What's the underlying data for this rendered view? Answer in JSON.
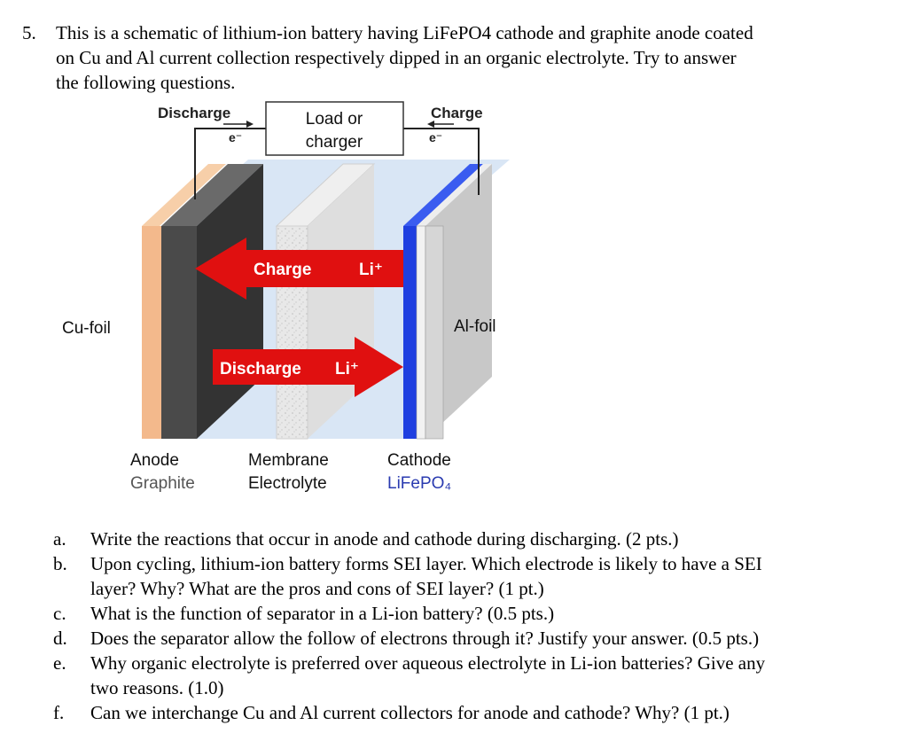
{
  "question": {
    "number": "5.",
    "lines": [
      "This is a schematic of lithium-ion battery having LiFePO4 cathode and graphite anode coated",
      "on Cu and Al current collection respectively dipped in an organic electrolyte. Try to answer",
      "the following questions."
    ]
  },
  "figure": {
    "discharge_top": "Discharge",
    "charge_top": "Charge",
    "electron_left": "e⁻",
    "electron_right": "e⁻",
    "load_line1": "Load or",
    "load_line2": "charger",
    "charge_arrow_label": "Charge",
    "charge_arrow_ion": "Li⁺",
    "discharge_arrow_label": "Discharge",
    "discharge_arrow_ion": "Li⁺",
    "cu_foil": "Cu-foil",
    "al_foil": "Al-foil",
    "anode": "Anode",
    "anode_material": "Graphite",
    "membrane": "Membrane",
    "electrolyte": "Electrolyte",
    "cathode": "Cathode",
    "cathode_material": "LiFePO₄",
    "colors": {
      "cu_foil": "#f3b98c",
      "graphite": "#4a4a4a",
      "al_foil": "#d6d6d6",
      "cathode": "#1f3fe0",
      "arrow": "#e01010",
      "electrolyte_bg": "#d9e6f5"
    }
  },
  "subquestions": [
    {
      "letter": "a.",
      "lines": [
        "Write the reactions that occur in anode and cathode during discharging. (2 pts.)"
      ]
    },
    {
      "letter": "b.",
      "lines": [
        "Upon cycling, lithium-ion battery forms SEI layer. Which electrode is likely to have a SEI",
        "layer?  Why? What are the pros and cons of SEI layer? (1 pt.)"
      ]
    },
    {
      "letter": "c.",
      "lines": [
        "What is the function of separator in a Li-ion battery? (0.5 pts.)"
      ]
    },
    {
      "letter": "d.",
      "lines": [
        "Does the separator allow the follow of electrons through it? Justify your answer. (0.5 pts.)"
      ]
    },
    {
      "letter": "e.",
      "lines": [
        "Why organic electrolyte is preferred over aqueous electrolyte in Li-ion batteries? Give any",
        "two reasons. (1.0)"
      ]
    },
    {
      "letter": "f.",
      "lines": [
        "Can we interchange Cu and Al current collectors for anode and cathode? Why? (1 pt.)"
      ]
    }
  ]
}
